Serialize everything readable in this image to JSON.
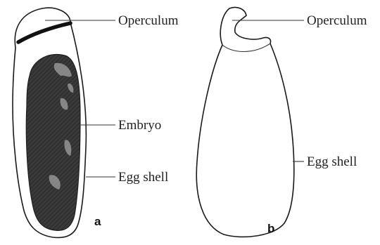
{
  "figure": {
    "panel_a": {
      "letter": "a",
      "labels": {
        "operculum": "Operculum",
        "embryo": "Embryo",
        "egg_shell": "Egg shell"
      }
    },
    "panel_b": {
      "letter": "b",
      "labels": {
        "operculum": "Operculum",
        "egg_shell": "Egg shell"
      }
    }
  }
}
